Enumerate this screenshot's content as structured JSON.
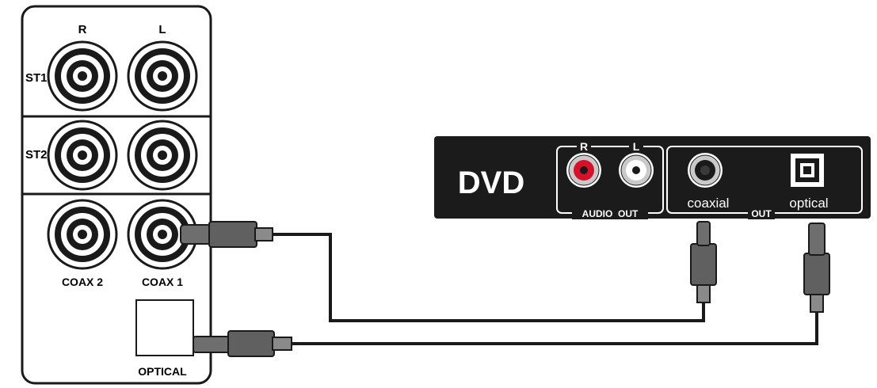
{
  "receiver_panel": {
    "col_r": "R",
    "col_l": "L",
    "row_st1": "ST1",
    "row_st2": "ST2",
    "coax2": "COAX 2",
    "coax1": "COAX 1",
    "optical": "OPTICAL"
  },
  "dvd_player": {
    "name": "DVD",
    "audio_r": "R",
    "audio_l": "L",
    "audio_out": "AUDIO  OUT",
    "coaxial": "coaxial",
    "optical": "optical",
    "out": "OUT"
  },
  "colors": {
    "line": "#1a1a1a",
    "panel_bg": "#ffffff",
    "dvd_body": "#1b1b1b",
    "rca_red": "#d8102a",
    "dvd_text": "#ffffff"
  }
}
